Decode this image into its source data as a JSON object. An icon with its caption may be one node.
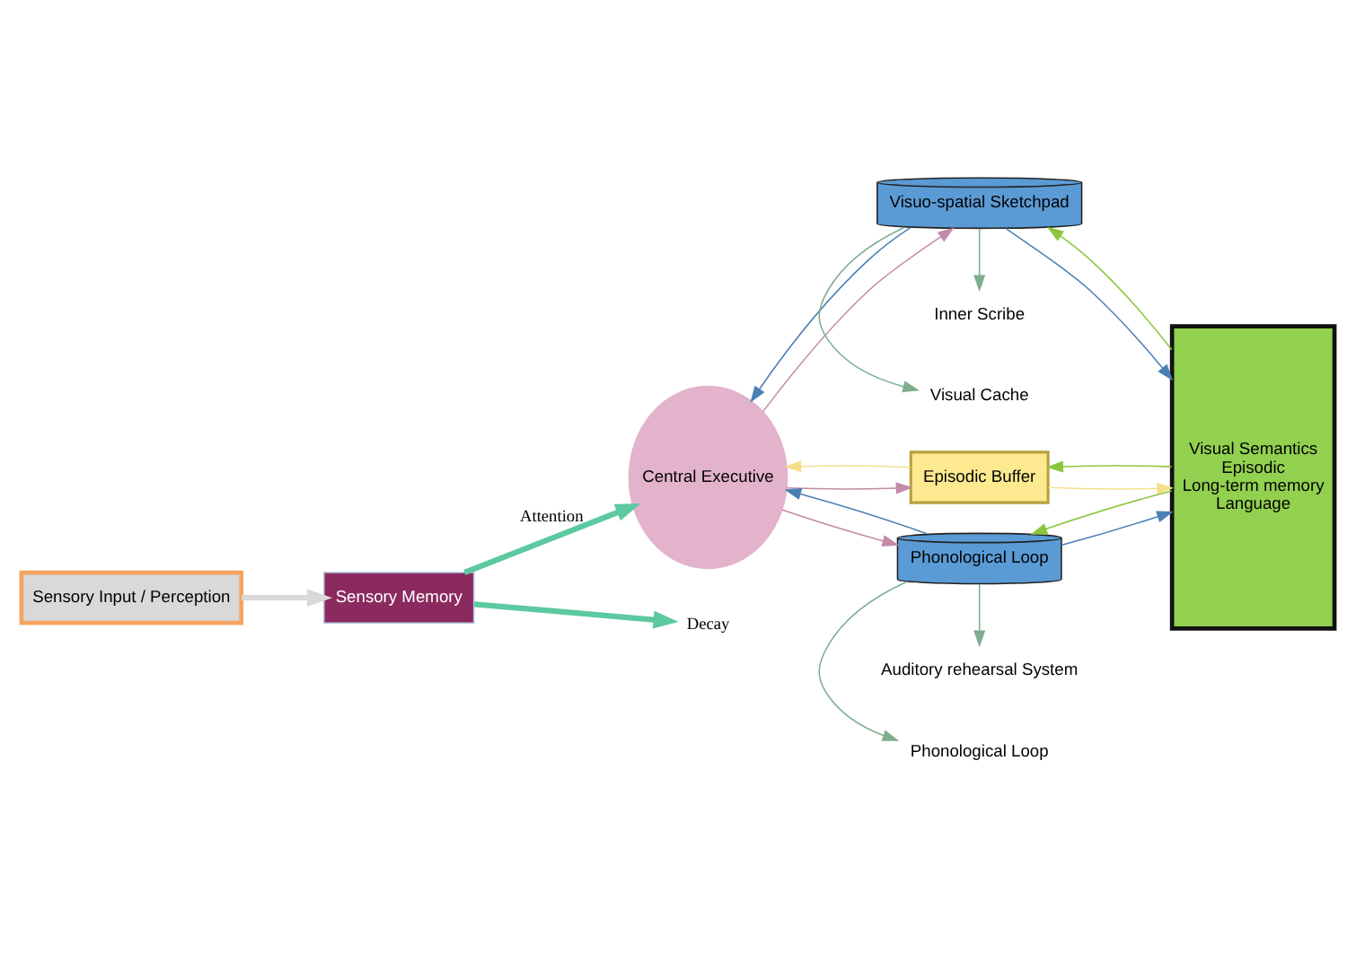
{
  "diagram": {
    "nodes": [
      {
        "text": [
          "Sensory Input / Perception"
        ]
      },
      {
        "text": [
          "Sensory Memory"
        ]
      },
      {
        "text": [
          "Central Executive"
        ]
      },
      {
        "text": [
          "Visuo-spatial Sketchpad"
        ]
      },
      {
        "text": [
          "Episodic Buffer"
        ]
      },
      {
        "text": [
          "Phonological Loop"
        ]
      },
      {
        "text": [
          "Visual Semantics",
          "Episodic",
          "Long-term memory",
          "Language"
        ]
      },
      {
        "text": [
          "Decay"
        ]
      },
      {
        "text": [
          "Visual Cache"
        ]
      },
      {
        "text": [
          "Inner Scribe"
        ]
      },
      {
        "text": [
          "Phonological Loop"
        ]
      },
      {
        "text": [
          "Auditory rehearsal System"
        ]
      }
    ],
    "edges": [
      {
        "from": 0,
        "to": 1,
        "arrow": "to",
        "style": "thick",
        "color": "#d9d9d9"
      },
      {
        "from": 1,
        "to": 7,
        "arrow": "to",
        "style": "thick",
        "color": "#5cc9a0"
      },
      {
        "from": 1,
        "to": 2,
        "arrow": "to",
        "label": "Attention",
        "style": "thick",
        "color": "#5cc9a0"
      },
      {
        "from": 3,
        "to": 2,
        "arrow": "to",
        "color": "#4a7fb5"
      },
      {
        "from": 2,
        "to": 3,
        "arrow": "to",
        "color": "#c48aa8"
      },
      {
        "from": 6,
        "to": 3,
        "arrow": "to",
        "color": "#8cc63f"
      },
      {
        "from": 3,
        "to": 6,
        "arrow": "to",
        "color": "#4a7fb5"
      },
      {
        "from": 2,
        "to": 4,
        "arrow": "to",
        "color": "#c48aa8"
      },
      {
        "from": 4,
        "to": 2,
        "arrow": "to",
        "color": "#f5e08a"
      },
      {
        "from": 6,
        "to": 4,
        "arrow": "to",
        "color": "#8cc63f"
      },
      {
        "from": 4,
        "to": 6,
        "arrow": "to",
        "color": "#f5e08a"
      },
      {
        "from": 5,
        "to": 2,
        "arrow": "to",
        "color": "#4a7fb5"
      },
      {
        "from": 2,
        "to": 5,
        "arrow": "to",
        "color": "#c48aa8"
      },
      {
        "from": 6,
        "to": 5,
        "arrow": "to",
        "color": "#8cc63f"
      },
      {
        "from": 5,
        "to": 6,
        "arrow": "to",
        "color": "#4a7fb5"
      },
      {
        "from": 3,
        "to": 8,
        "arrow": "to",
        "color": "#7fae8f"
      },
      {
        "from": 3,
        "to": 9,
        "arrow": "to",
        "color": "#7fae8f"
      },
      {
        "from": 5,
        "to": 10,
        "arrow": "to",
        "color": "#7fae8f"
      },
      {
        "from": 5,
        "to": 11,
        "arrow": "to",
        "color": "#7fae8f"
      }
    ]
  }
}
